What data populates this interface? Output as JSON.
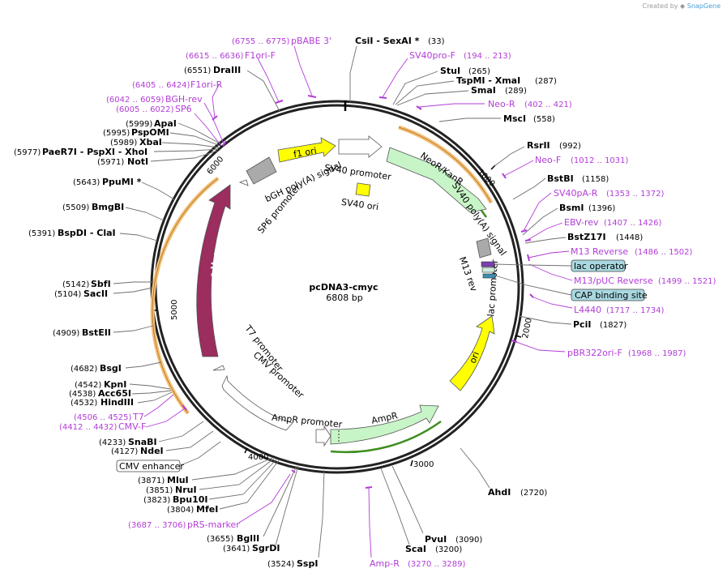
{
  "header": {
    "created_by": "Created by",
    "app": "SnapGene"
  },
  "plasmid": {
    "name": "pcDNA3-cmyc",
    "length": "6808 bp"
  },
  "ticks": [
    "1000",
    "2000",
    "3000",
    "4000",
    "5000",
    "6000"
  ],
  "features": {
    "neor": "NeoR/KanR",
    "sv40_promoter": "SV40 promoter",
    "sv40_ori": "SV40 ori",
    "f1_ori": "f1 ori",
    "bgh": "bGH poly(A) signal",
    "sp6_promoter": "SP6 promoter",
    "cmyc": "c-Myc",
    "t7_promoter": "T7 promoter",
    "cmv_promoter": "CMV promoter",
    "ampr_promoter": "AmpR promoter",
    "ampr": "AmpR",
    "ori": "ori",
    "lac_promoter": "lac promoter",
    "m13_rev": "M13 rev",
    "sv40_polya": "SV40 poly(A) signal"
  },
  "boxed": {
    "lac_operator": "lac operator",
    "cap_site": "CAP binding site",
    "cmv_enhancer": "CMV enhancer"
  },
  "sites_right": [
    {
      "name": "CsiI  - SexAI *",
      "pos": "(33)"
    },
    {
      "name": "StuI",
      "pos": "(265)"
    },
    {
      "name": "TspMI  - XmaI",
      "pos": "(287)"
    },
    {
      "name": "SmaI",
      "pos": "(289)"
    },
    {
      "name": "MscI",
      "pos": "(558)"
    },
    {
      "name": "RsrII",
      "pos": "(992)"
    },
    {
      "name": "BstBI",
      "pos": "(1158)"
    },
    {
      "name": "BsmI",
      "pos": "(1396)"
    },
    {
      "name": "BstZ17I",
      "pos": "(1448)"
    },
    {
      "name": "PciI",
      "pos": "(1827)"
    },
    {
      "name": "AhdI",
      "pos": "(2720)"
    },
    {
      "name": "PvuI",
      "pos": "(3090)"
    },
    {
      "name": "ScaI",
      "pos": "(3200)"
    }
  ],
  "sites_left": [
    {
      "name": "DraIII",
      "pos": "(6551)"
    },
    {
      "name": "ApaI",
      "pos": "(5999)"
    },
    {
      "name": "PspOMI",
      "pos": "(5995)"
    },
    {
      "name": "XbaI",
      "pos": "(5989)"
    },
    {
      "name": "PaeR7I  - PspXI  - XhoI",
      "pos": "(5977)"
    },
    {
      "name": "NotI",
      "pos": "(5971)"
    },
    {
      "name": "PpuMI *",
      "pos": "(5643)"
    },
    {
      "name": "BmgBI",
      "pos": "(5509)"
    },
    {
      "name": "BspDI  - ClaI",
      "pos": "(5391)"
    },
    {
      "name": "SbfI",
      "pos": "(5142)"
    },
    {
      "name": "SacII",
      "pos": "(5104)"
    },
    {
      "name": "BstEII",
      "pos": "(4909)"
    },
    {
      "name": "BsgI",
      "pos": "(4682)"
    },
    {
      "name": "KpnI",
      "pos": "(4542)"
    },
    {
      "name": "Acc65I",
      "pos": "(4538)"
    },
    {
      "name": "HindIII",
      "pos": "(4532)"
    },
    {
      "name": "SnaBI",
      "pos": "(4233)"
    },
    {
      "name": "NdeI",
      "pos": "(4127)"
    },
    {
      "name": "MluI",
      "pos": "(3871)"
    },
    {
      "name": "NruI",
      "pos": "(3851)"
    },
    {
      "name": "Bpu10I",
      "pos": "(3823)"
    },
    {
      "name": "MfeI",
      "pos": "(3804)"
    },
    {
      "name": "BglII",
      "pos": "(3655)"
    },
    {
      "name": "SgrDI",
      "pos": "(3641)"
    },
    {
      "name": "SspI",
      "pos": "(3524)"
    }
  ],
  "primers": [
    {
      "name": "pBABE 3'",
      "pos": "(6755 .. 6775)"
    },
    {
      "name": "F1ori-F",
      "pos": "(6615 .. 6636)"
    },
    {
      "name": "F1ori-R",
      "pos": "(6405 .. 6424)"
    },
    {
      "name": "BGH-rev",
      "pos": "(6042 .. 6059)"
    },
    {
      "name": "SP6",
      "pos": "(6005 .. 6022)"
    },
    {
      "name": "SV40pro-F",
      "pos": "(194 .. 213)"
    },
    {
      "name": "Neo-R",
      "pos": "(402 .. 421)"
    },
    {
      "name": "Neo-F",
      "pos": "(1012 .. 1031)"
    },
    {
      "name": "SV40pA-R",
      "pos": "(1353 .. 1372)"
    },
    {
      "name": "EBV-rev",
      "pos": "(1407 .. 1426)"
    },
    {
      "name": "M13 Reverse",
      "pos": "(1486 .. 1502)"
    },
    {
      "name": "M13/pUC Reverse",
      "pos": "(1499 .. 1521)"
    },
    {
      "name": "L4440",
      "pos": "(1717 .. 1734)"
    },
    {
      "name": "pBR322ori-F",
      "pos": "(1968 .. 1987)"
    },
    {
      "name": "T7",
      "pos": "(4506 .. 4525)"
    },
    {
      "name": "CMV-F",
      "pos": "(4412 .. 4432)"
    },
    {
      "name": "pRS-marker",
      "pos": "(3687 .. 3706)"
    },
    {
      "name": "Amp-R",
      "pos": "(3270 .. 3289)"
    }
  ],
  "colors": {
    "backbone": "#222222",
    "neor": "#c8f5c8",
    "f1": "#ffff00",
    "cmyc": "#9b2d5f",
    "ori": "#ffff00",
    "ampr": "#c8f5c8",
    "orange_arc": "#f5c27a",
    "green_arc": "#3f8f1f",
    "primer": "#b23cd7",
    "box_fill": "#a9d8e0"
  }
}
